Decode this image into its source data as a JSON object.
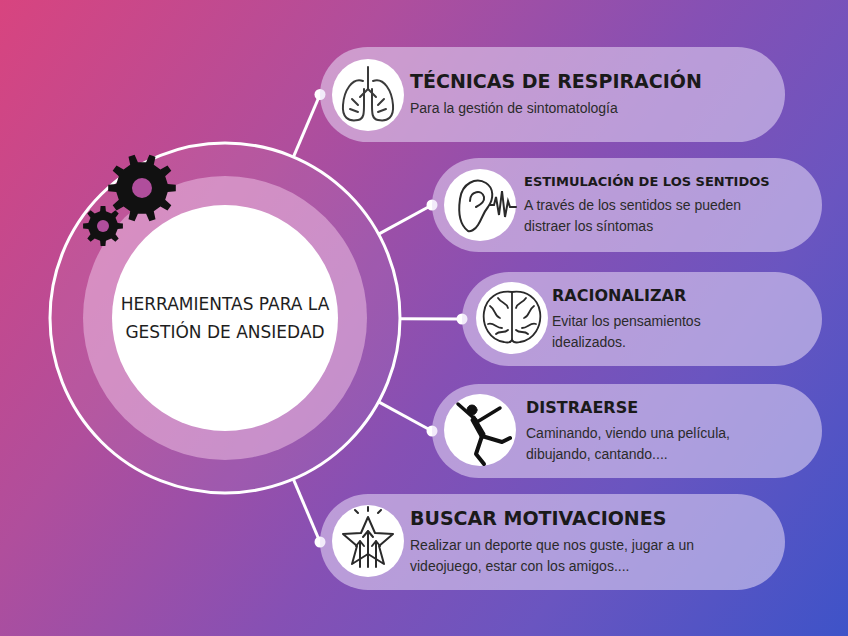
{
  "diagram": {
    "nodes": [
      {
        "text": [
          "HERRAMIENTAS PARA LA GESTIÓN DE ANSIEDAD"
        ]
      },
      {
        "text": [
          "TÉCNICAS DE RESPIRACIÓN",
          "Para la gestión de sintomatología"
        ]
      },
      {
        "text": [
          "ESTIMULACIÓN DE LOS SENTIDOS",
          "A través de los sentidos se pueden distraer los síntomas"
        ]
      },
      {
        "text": [
          "RACIONALIZAR",
          "Evitar los pensamientos idealizados."
        ]
      },
      {
        "text": [
          "DISTRAERSE",
          "Caminando, viendo una película, dibujando, cantando...."
        ]
      },
      {
        "text": [
          "BUSCAR MOTIVACIONES",
          "Realizar un deporte que nos guste, jugar a un videojuego, estar con los amigos...."
        ]
      }
    ],
    "edges": [
      {
        "from": 0,
        "to": 1,
        "arrow": "none"
      },
      {
        "from": 0,
        "to": 2,
        "arrow": "none"
      },
      {
        "from": 0,
        "to": 3,
        "arrow": "none"
      },
      {
        "from": 0,
        "to": 4,
        "arrow": "none"
      },
      {
        "from": 0,
        "to": 5,
        "arrow": "none"
      }
    ]
  }
}
